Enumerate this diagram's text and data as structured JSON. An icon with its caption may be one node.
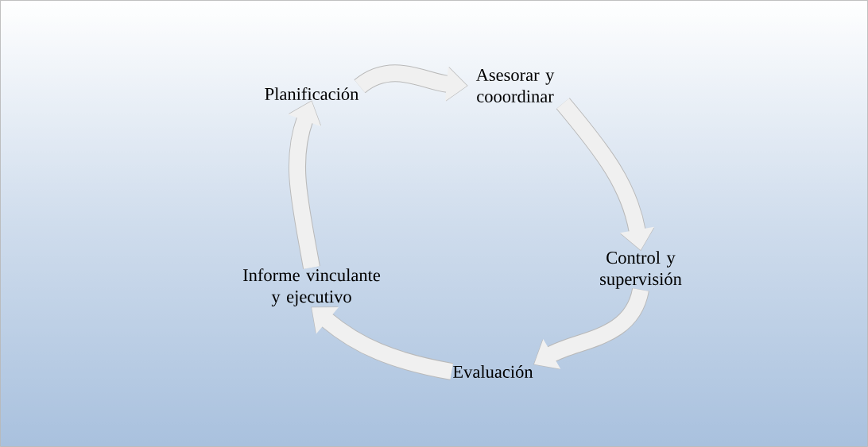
{
  "diagram": {
    "nodes": [
      {
        "text": [
          "Planificación"
        ]
      },
      {
        "text": [
          "Asesorar y cooordinar"
        ]
      },
      {
        "text": [
          "Control y supervisión"
        ]
      },
      {
        "text": [
          "Evaluación"
        ]
      },
      {
        "text": [
          "Informe vinculante y ejecutivo"
        ]
      }
    ],
    "edges": [
      {
        "from": 0,
        "to": 1,
        "arrow": "to"
      },
      {
        "from": 1,
        "to": 2,
        "arrow": "to"
      },
      {
        "from": 2,
        "to": 3,
        "arrow": "to"
      },
      {
        "from": 3,
        "to": 4,
        "arrow": "to"
      },
      {
        "from": 4,
        "to": 0,
        "arrow": "to"
      }
    ]
  }
}
